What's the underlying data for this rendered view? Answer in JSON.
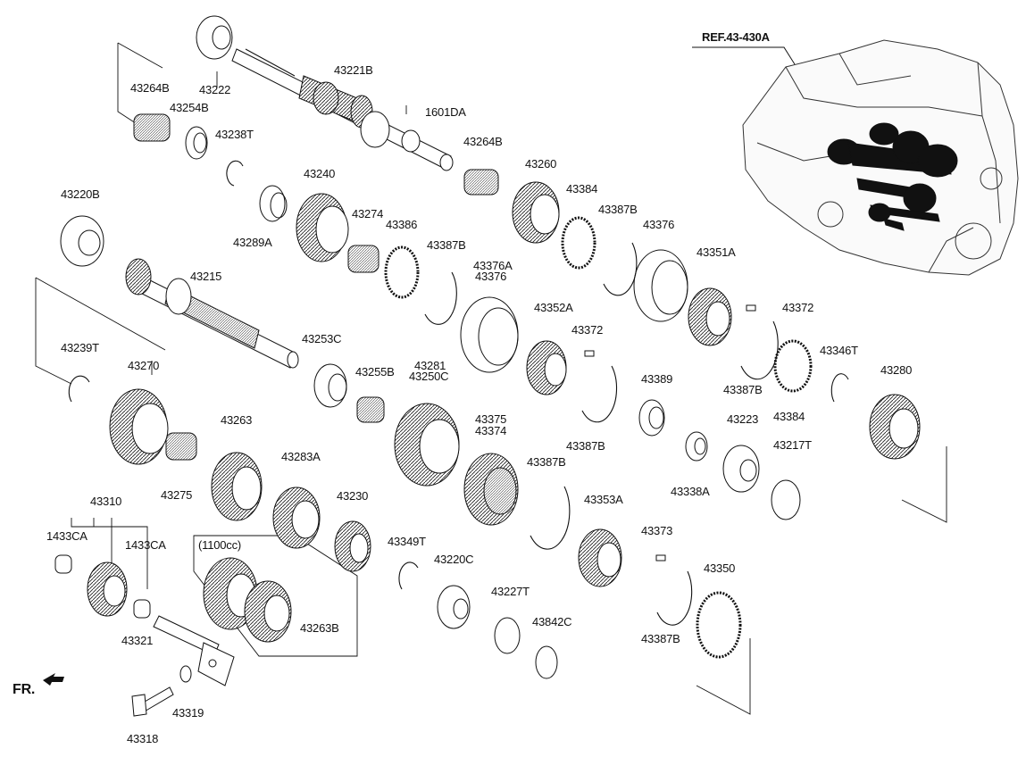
{
  "diagram": {
    "reference_label": "REF.43-430A",
    "front_label": "FR.",
    "variant_label": "(1100cc)",
    "part_labels": [
      "43222",
      "43221B",
      "43264B",
      "43254B",
      "1601DA",
      "43238T",
      "43264B",
      "43260",
      "43384",
      "43387B",
      "43240",
      "43274",
      "43289A",
      "43386",
      "43376",
      "43387B",
      "43220B",
      "43351A",
      "43376A",
      "43376",
      "43215",
      "43372",
      "43352A",
      "43372",
      "43239T",
      "43253C",
      "43270",
      "43281",
      "43255B",
      "43250C",
      "43389",
      "43387B",
      "43346T",
      "43280",
      "43384",
      "43387B",
      "43263",
      "43375",
      "43374",
      "43223",
      "43217T",
      "43283A",
      "43275",
      "43387B",
      "43338A",
      "43230",
      "43310",
      "43353A",
      "1433CA",
      "1433CA",
      "43349T",
      "43220C",
      "43373",
      "43350",
      "43227T",
      "43263B",
      "43842C",
      "43387B",
      "43321",
      "43319",
      "43318"
    ]
  }
}
